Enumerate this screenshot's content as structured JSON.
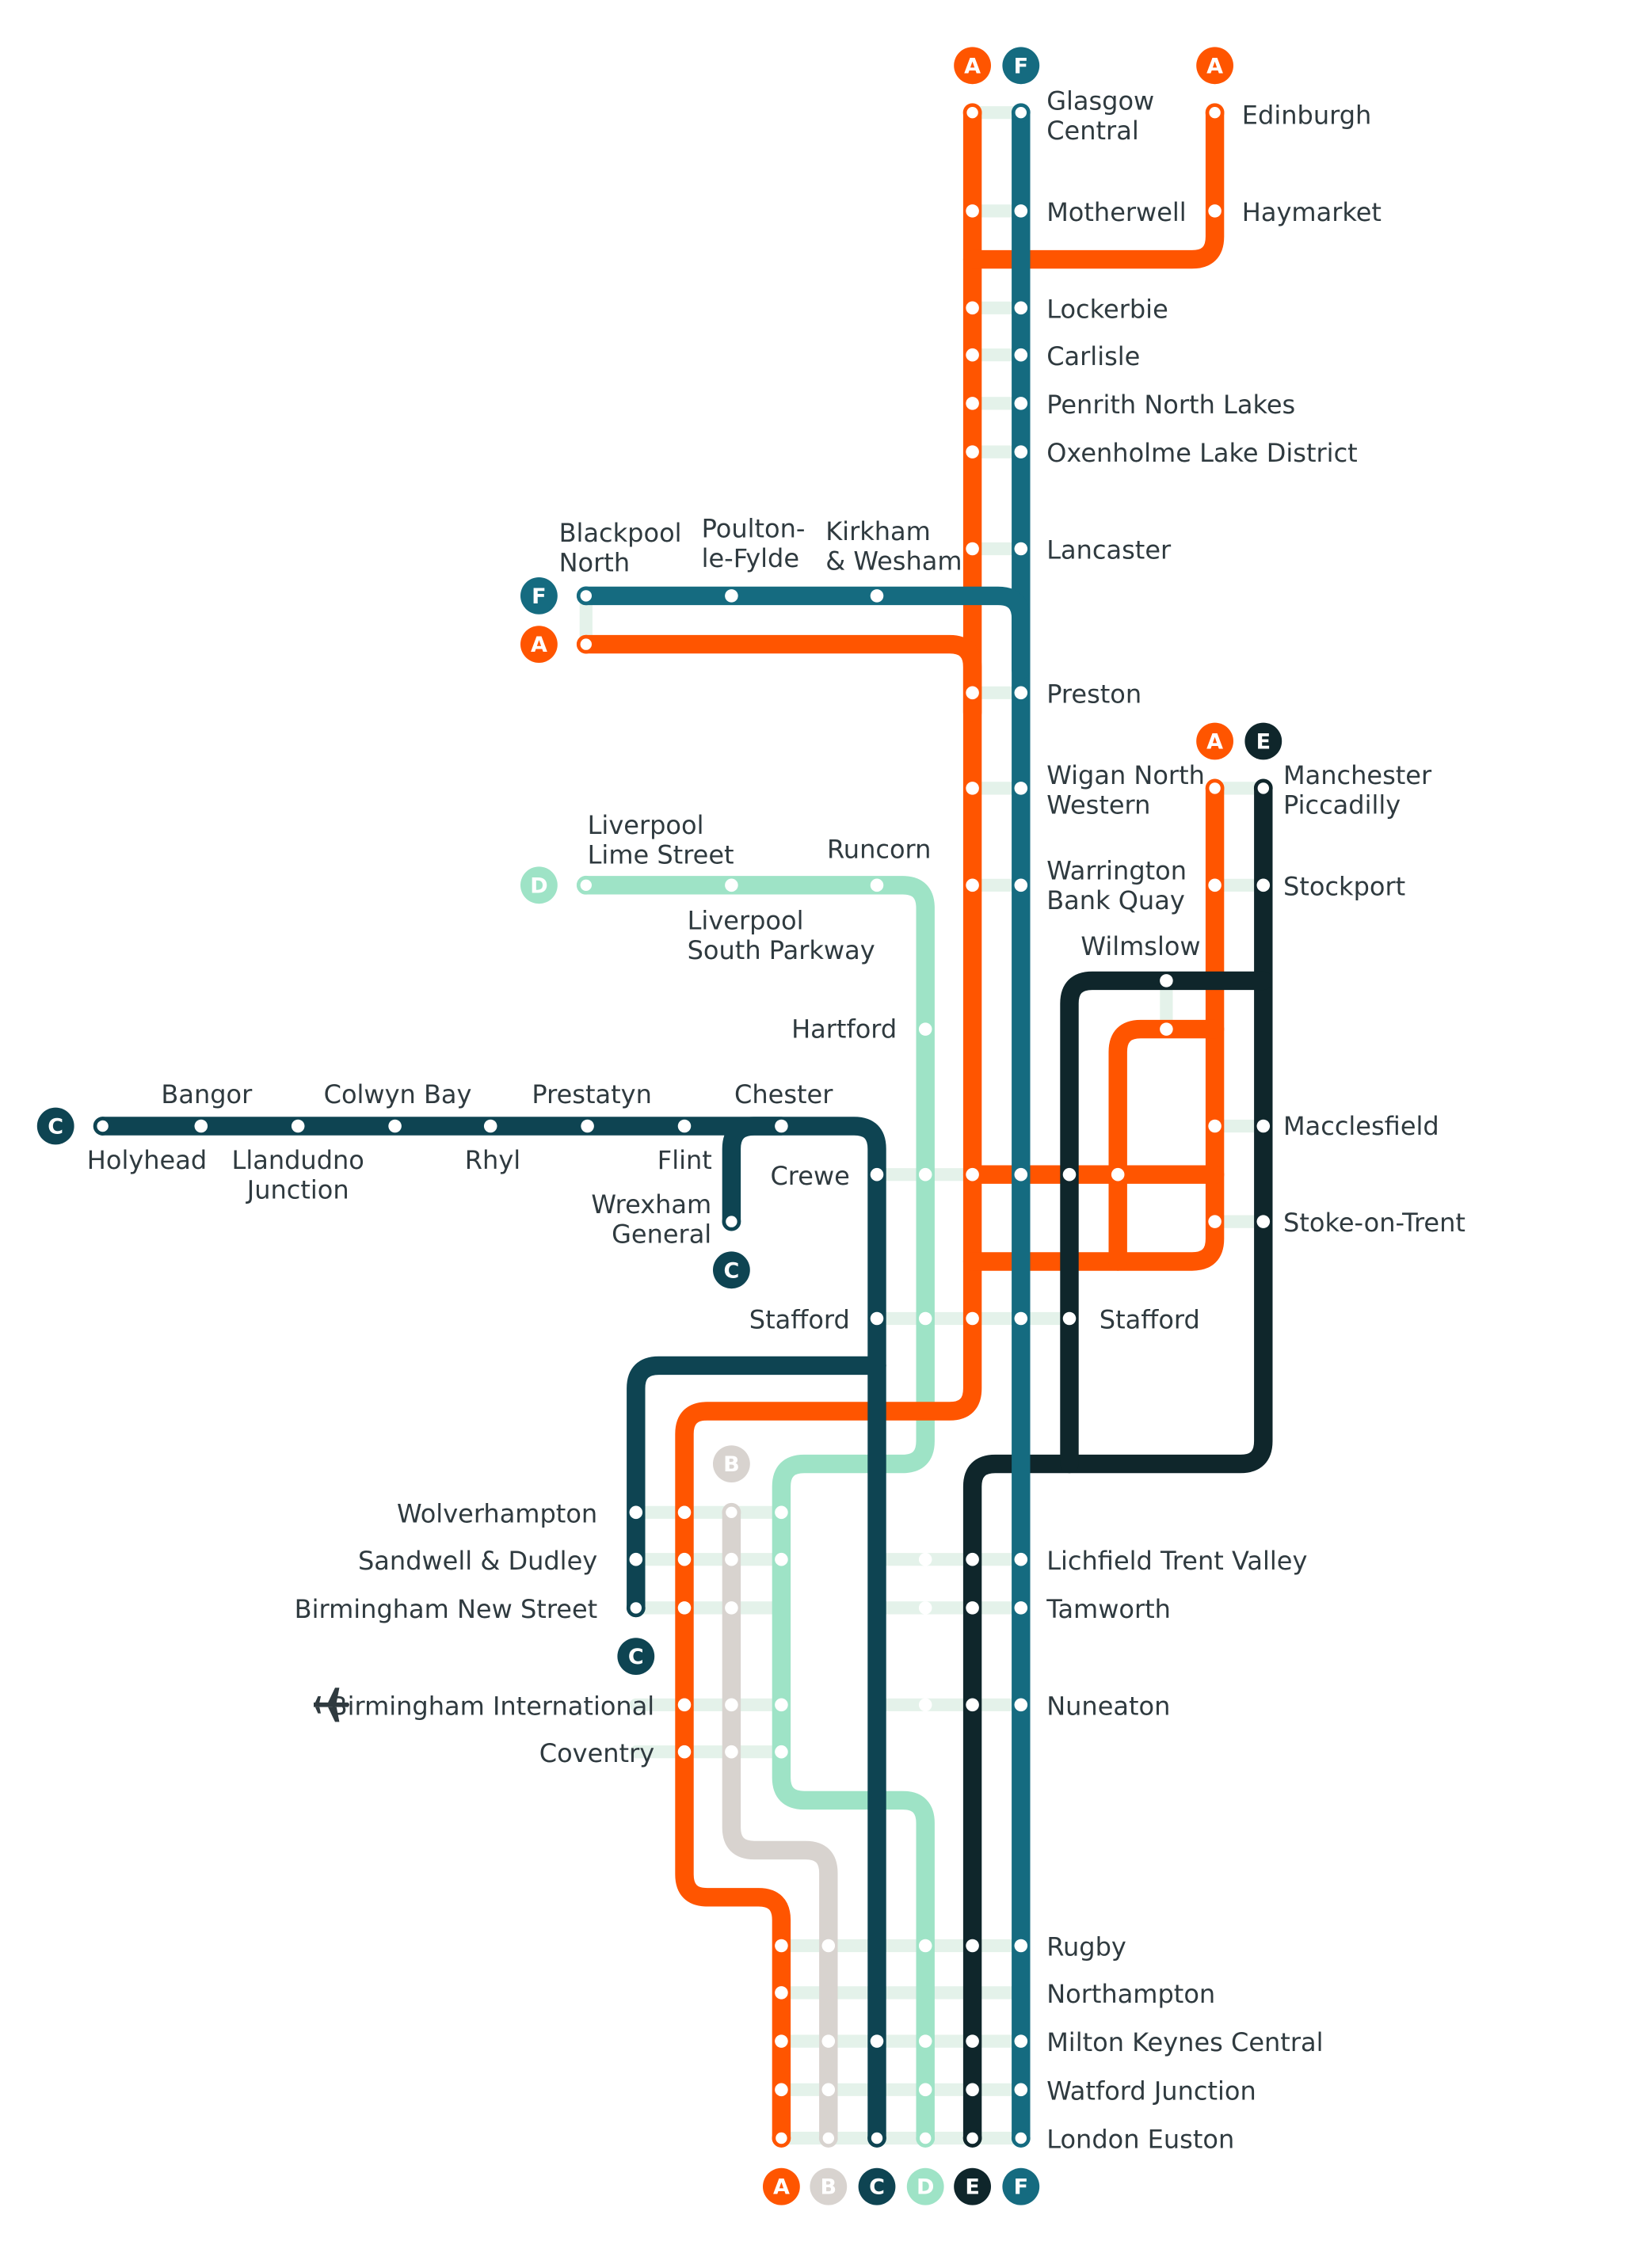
{
  "colors": {
    "A": "#ff5500",
    "B": "#d8d3cf",
    "C": "#0e4452",
    "D": "#9ee3c6",
    "E": "#0f262b",
    "F": "#156b80",
    "interchange": "#e4f2ea",
    "text": "#2f3a3f"
  },
  "routes": [
    {
      "id": "A",
      "label": "A"
    },
    {
      "id": "B",
      "label": "B"
    },
    {
      "id": "C",
      "label": "C"
    },
    {
      "id": "D",
      "label": "D"
    },
    {
      "id": "E",
      "label": "E"
    },
    {
      "id": "F",
      "label": "F"
    }
  ],
  "stations": {
    "glasgow": [
      "Glasgow",
      "Central"
    ],
    "edinburgh": [
      "Edinburgh"
    ],
    "motherwell": [
      "Motherwell"
    ],
    "haymarket": [
      "Haymarket"
    ],
    "lockerbie": [
      "Lockerbie"
    ],
    "carlisle": [
      "Carlisle"
    ],
    "penrith": [
      "Penrith North Lakes"
    ],
    "oxenholme": [
      "Oxenholme Lake District"
    ],
    "lancaster": [
      "Lancaster"
    ],
    "blackpool": [
      "Blackpool",
      "North"
    ],
    "poulton": [
      "Poulton-",
      "le-Fylde"
    ],
    "kirkham": [
      "Kirkham",
      "& Wesham"
    ],
    "preston": [
      "Preston"
    ],
    "wigan": [
      "Wigan North",
      "Western"
    ],
    "manchester": [
      "Manchester",
      "Piccadilly"
    ],
    "liverpool_lime": [
      "Liverpool",
      "Lime Street"
    ],
    "runcorn": [
      "Runcorn"
    ],
    "liverpool_sp": [
      "Liverpool",
      "South Parkway"
    ],
    "warrington": [
      "Warrington",
      "Bank Quay"
    ],
    "stockport": [
      "Stockport"
    ],
    "wilmslow": [
      "Wilmslow"
    ],
    "hartford": [
      "Hartford"
    ],
    "bangor": [
      "Bangor"
    ],
    "colwyn": [
      "Colwyn Bay"
    ],
    "prestatyn": [
      "Prestatyn"
    ],
    "chester": [
      "Chester"
    ],
    "holyhead": [
      "Holyhead"
    ],
    "llandudno": [
      "Llandudno",
      "Junction"
    ],
    "rhyl": [
      "Rhyl"
    ],
    "flint": [
      "Flint"
    ],
    "macclesfield": [
      "Macclesfield"
    ],
    "crewe": [
      "Crewe"
    ],
    "wrexham": [
      "Wrexham",
      "General"
    ],
    "stoke": [
      "Stoke-on-Trent"
    ],
    "stafford_left": [
      "Stafford"
    ],
    "stafford_right": [
      "Stafford"
    ],
    "wolverhampton": [
      "Wolverhampton"
    ],
    "sandwell": [
      "Sandwell & Dudley"
    ],
    "bham_new_street": [
      "Birmingham New Street"
    ],
    "lichfield": [
      "Lichfield Trent Valley"
    ],
    "tamworth": [
      "Tamworth"
    ],
    "bham_intl": [
      "Birmingham International"
    ],
    "nuneaton": [
      "Nuneaton"
    ],
    "coventry": [
      "Coventry"
    ],
    "rugby": [
      "Rugby"
    ],
    "northampton": [
      "Northampton"
    ],
    "milton_keynes": [
      "Milton Keynes Central"
    ],
    "watford": [
      "Watford Junction"
    ],
    "london": [
      "London Euston"
    ]
  },
  "icons": {
    "airport": "airplane-icon"
  }
}
